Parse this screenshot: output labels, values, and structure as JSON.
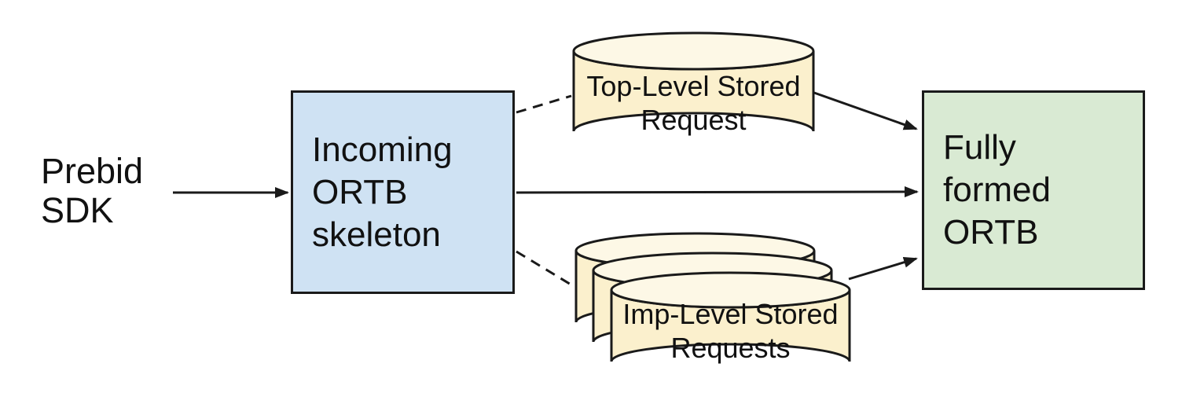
{
  "diagram": {
    "background": "#ffffff",
    "line_color": "#1a1a1a",
    "text_color": "#111111",
    "nodes": {
      "prebid_sdk": {
        "type": "label",
        "line1": "Prebid",
        "line2": "SDK"
      },
      "incoming_ortb": {
        "type": "box",
        "line1": "Incoming",
        "line2": "ORTB",
        "line3": "skeleton",
        "fill": "#cfe2f3",
        "border": "#1a1a1a"
      },
      "top_level_stored": {
        "type": "cylinder",
        "line1": "Top-Level Stored",
        "line2": "Request",
        "fill": "#fbf0cd",
        "top_fill": "#fdf8e6",
        "stroke": "#1a1a1a"
      },
      "imp_level_stored": {
        "type": "cylinder-stack-of-3",
        "line1": "Imp-Level Stored",
        "line2": "Requests",
        "fill": "#fbf0cd",
        "top_fill": "#fdf8e6",
        "stroke": "#1a1a1a"
      },
      "fully_formed": {
        "type": "box",
        "line1": "Fully",
        "line2": "formed",
        "line3": "ORTB",
        "fill": "#d9ead3",
        "border": "#1a1a1a"
      }
    },
    "edges": [
      {
        "from": "prebid_sdk",
        "to": "incoming_ortb",
        "style": "solid",
        "arrow": true
      },
      {
        "from": "incoming_ortb",
        "to": "top_level_stored",
        "style": "dashed",
        "arrow": false
      },
      {
        "from": "incoming_ortb",
        "to": "fully_formed",
        "style": "solid",
        "arrow": true
      },
      {
        "from": "incoming_ortb",
        "to": "imp_level_stored",
        "style": "dashed",
        "arrow": false
      },
      {
        "from": "top_level_stored",
        "to": "fully_formed",
        "style": "solid",
        "arrow": true
      },
      {
        "from": "imp_level_stored",
        "to": "fully_formed",
        "style": "solid",
        "arrow": true
      }
    ]
  }
}
